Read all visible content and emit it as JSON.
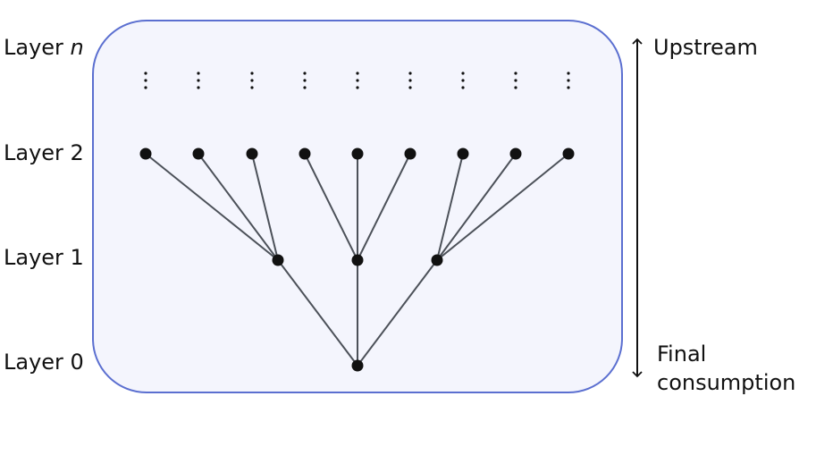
{
  "layers": [
    {
      "label": "Layer ",
      "italic": "n"
    },
    {
      "label": "Layer 2"
    },
    {
      "label": "Layer 1"
    },
    {
      "label": "Layer 0"
    }
  ],
  "direction": {
    "top_label": "Upstream",
    "bottom_label_line1": "Final",
    "bottom_label_line2": "consumption"
  },
  "colors": {
    "panel_fill": "#f4f5fd",
    "panel_stroke": "#5b6fd0",
    "edge": "#4c5159",
    "node": "#111111"
  }
}
